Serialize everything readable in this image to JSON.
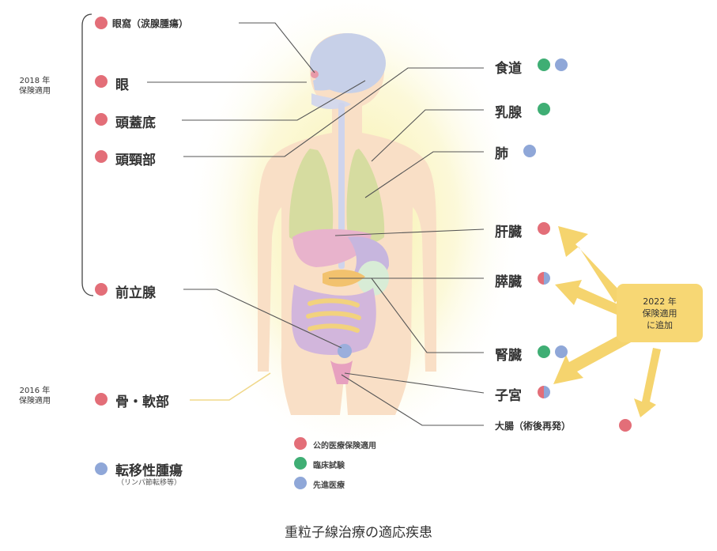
{
  "caption": "重粒子線治療の適応疾患",
  "colors": {
    "public_insurance": "#e36e78",
    "clinical_trial": "#3fae74",
    "advanced_medical": "#8fa7d8",
    "arrow": "#f5d46e"
  },
  "groups": {
    "g2018": [
      "2018 年",
      "保険適用"
    ],
    "g2016": [
      "2016 年",
      "保険適用"
    ],
    "badge": [
      "2022 年",
      "保険適用",
      "に追加"
    ]
  },
  "left_labels": {
    "eyesocket": "眼窩（涙腺腫瘍）",
    "eye": "眼",
    "skullbase": "頭蓋底",
    "headneck": "頭頸部",
    "prostate": "前立腺",
    "bone": "骨・軟部",
    "metastatic": "転移性腫瘍",
    "metastatic_sub": "（リンパ節転移等）"
  },
  "right_labels": {
    "esophagus": "食道",
    "breast": "乳腺",
    "lung": "肺",
    "liver": "肝臓",
    "pancreas": "膵臓",
    "kidney": "腎臓",
    "uterus": "子宮",
    "colon": "大腸（術後再発）"
  },
  "legend": {
    "public": "公的医療保険適用",
    "clinical": "臨床試験",
    "advanced": "先進医療"
  }
}
